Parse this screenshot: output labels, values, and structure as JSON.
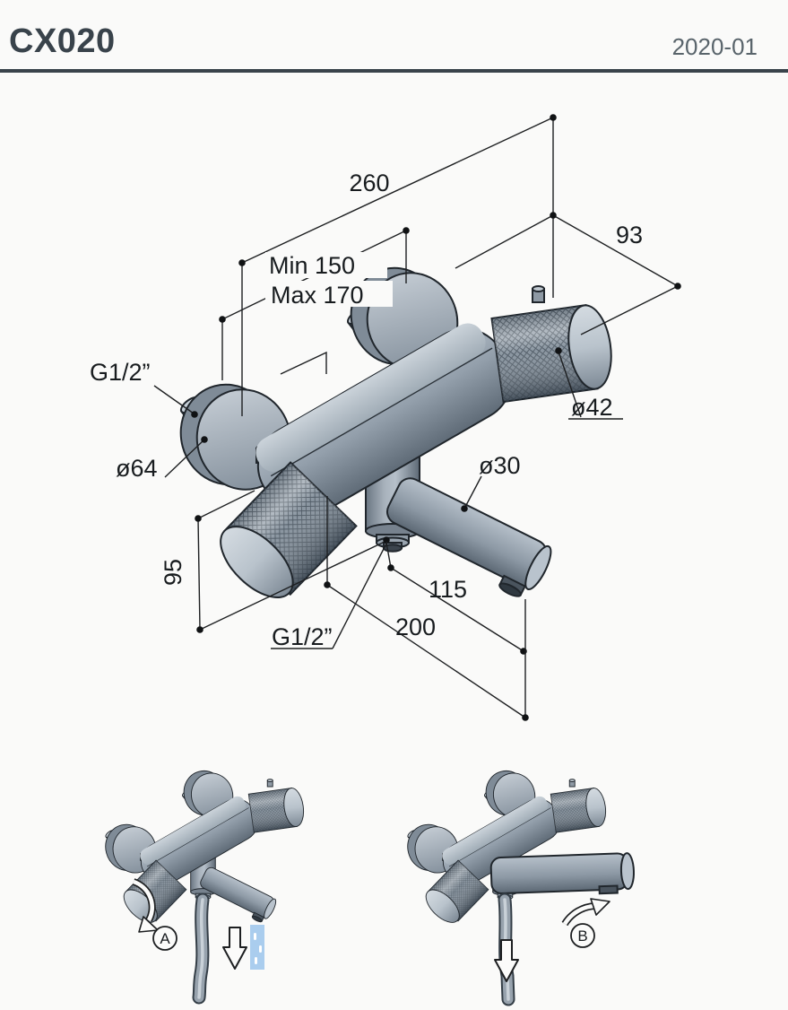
{
  "header": {
    "model": "CX020",
    "date": "2020-01"
  },
  "diagram": {
    "type": "technical-dimension-drawing",
    "product": "wall-mounted thermostatic bath shower mixer",
    "dims": {
      "overall_width": "260",
      "handle_depth": "93",
      "inlet_min": "Min 150",
      "inlet_max": "Max 170",
      "inlet_thread": "G1/2”",
      "flange_dia": "ø64",
      "handle_dia": "ø42",
      "spout_dia": "ø30",
      "drop_height": "95",
      "spout_tip_offset": "115",
      "spout_reach": "200",
      "outlet_thread": "G1/2”"
    },
    "figures": {
      "label_a": "A",
      "label_b": "B"
    },
    "colors": {
      "ink": "#1d1f21",
      "metal_light": "#c9d1d9",
      "metal_mid": "#939fab",
      "metal_dark": "#5f6b77",
      "water_blue": "#aacdee",
      "header_rule": "#39434b"
    }
  }
}
